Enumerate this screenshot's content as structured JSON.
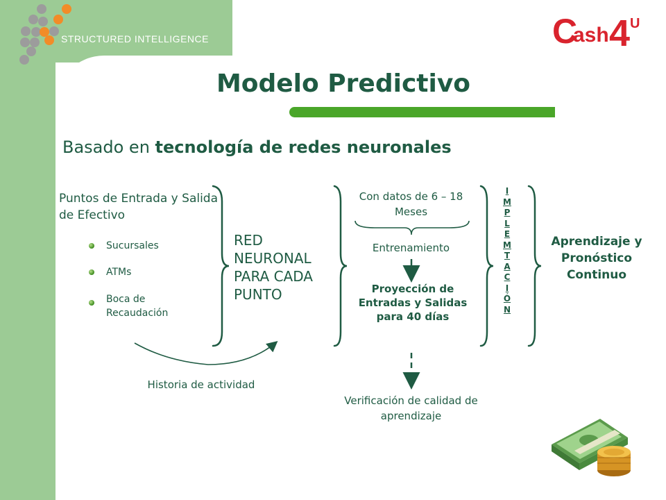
{
  "brand": {
    "logo_text": "STRUCTURED INTELLIGENCE",
    "partner_logo_text": "ash",
    "partner_logo_letter": "C",
    "partner_logo_number": "4",
    "partner_logo_sup": "U"
  },
  "title": "Modelo Predictivo",
  "subtitle": {
    "prefix": "Basado en ",
    "emphasis": "tecnología de redes neuronales"
  },
  "inputs": {
    "heading": "Puntos de Entrada y Salida de Efectivo",
    "items": [
      "Sucursales",
      "ATMs",
      "Boca de Recaudación"
    ]
  },
  "neural_network": "RED NEURONAL PARA CADA PUNTO",
  "history": "Historia de actividad",
  "data_range": "Con datos de 6 – 18 Meses",
  "training": "Entrenamiento",
  "projection": "Proyección de Entradas y Salidas para 40 días",
  "verification": "Verificación de calidad de aprendizaje",
  "implementation_letters": [
    "I",
    "M",
    "P",
    "L",
    "E",
    "M",
    "T",
    "A",
    "C",
    "I",
    "Ó",
    "N"
  ],
  "result": "Aprendizaje y Pronóstico Continuo",
  "colors": {
    "text": "#1f5b43",
    "accent_bar": "#4aa629",
    "band": "#9ccb95",
    "gray_dot": "#9c9c9c",
    "orange_dot": "#f28c28",
    "partner_red": "#d9232d"
  }
}
